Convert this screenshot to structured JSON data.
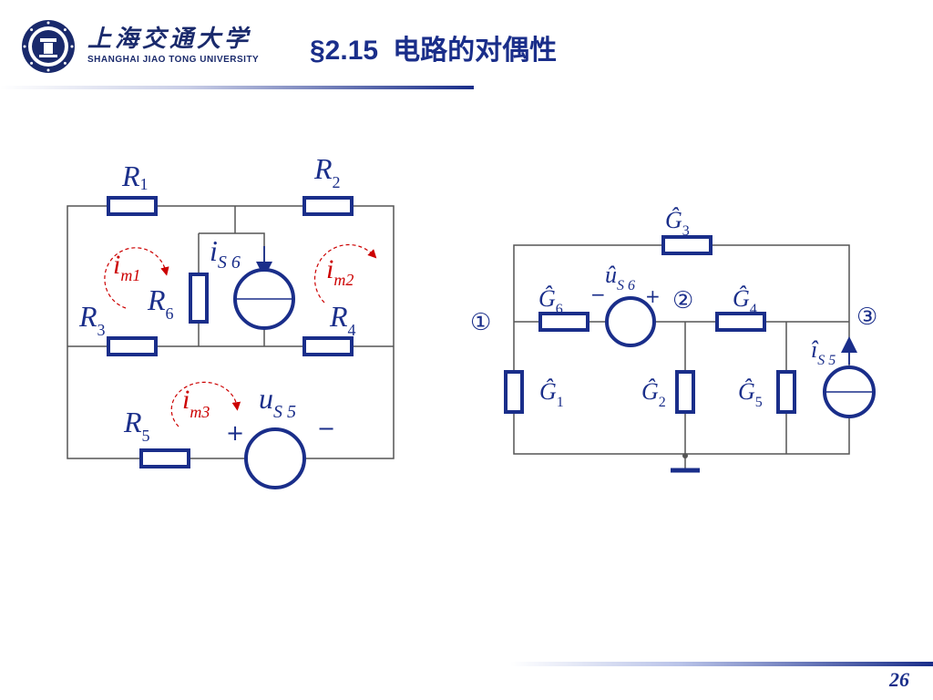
{
  "header": {
    "university_cn": "上海交通大学",
    "university_en": "SHANGHAI  JIAO TONG  UNIVERSITY",
    "section": "§2.15",
    "title": "电路的对偶性"
  },
  "footer": {
    "page_number": "26"
  },
  "left_circuit": {
    "R1": {
      "sym": "R",
      "sub": "1"
    },
    "R2": {
      "sym": "R",
      "sub": "2"
    },
    "R3": {
      "sym": "R",
      "sub": "3"
    },
    "R4": {
      "sym": "R",
      "sub": "4"
    },
    "R5": {
      "sym": "R",
      "sub": "5"
    },
    "R6": {
      "sym": "R",
      "sub": "6"
    },
    "iS6": {
      "sym": "i",
      "sub": "S 6"
    },
    "uS5": {
      "sym": "u",
      "sub": "S 5"
    },
    "im1": {
      "sym": "i",
      "sub": "m1"
    },
    "im2": {
      "sym": "i",
      "sub": "m2"
    },
    "im3": {
      "sym": "i",
      "sub": "m3"
    },
    "plus": "+",
    "minus": "−"
  },
  "right_circuit": {
    "G1": {
      "sym": "Ĝ",
      "sub": "1"
    },
    "G2": {
      "sym": "Ĝ",
      "sub": "2"
    },
    "G3": {
      "sym": "Ĝ",
      "sub": "3"
    },
    "G4": {
      "sym": "Ĝ",
      "sub": "4"
    },
    "G5": {
      "sym": "Ĝ",
      "sub": "5"
    },
    "G6": {
      "sym": "Ĝ",
      "sub": "6"
    },
    "uS6": {
      "sym": "û",
      "sub": "S 6"
    },
    "iS5": {
      "sym": "î",
      "sub": "S 5"
    },
    "node1": "①",
    "node2": "②",
    "node3": "③",
    "plus": "+",
    "minus": "−"
  },
  "colors": {
    "accent": "#1a2e8a",
    "mesh_current": "#cc0000",
    "wire": "#555555"
  }
}
